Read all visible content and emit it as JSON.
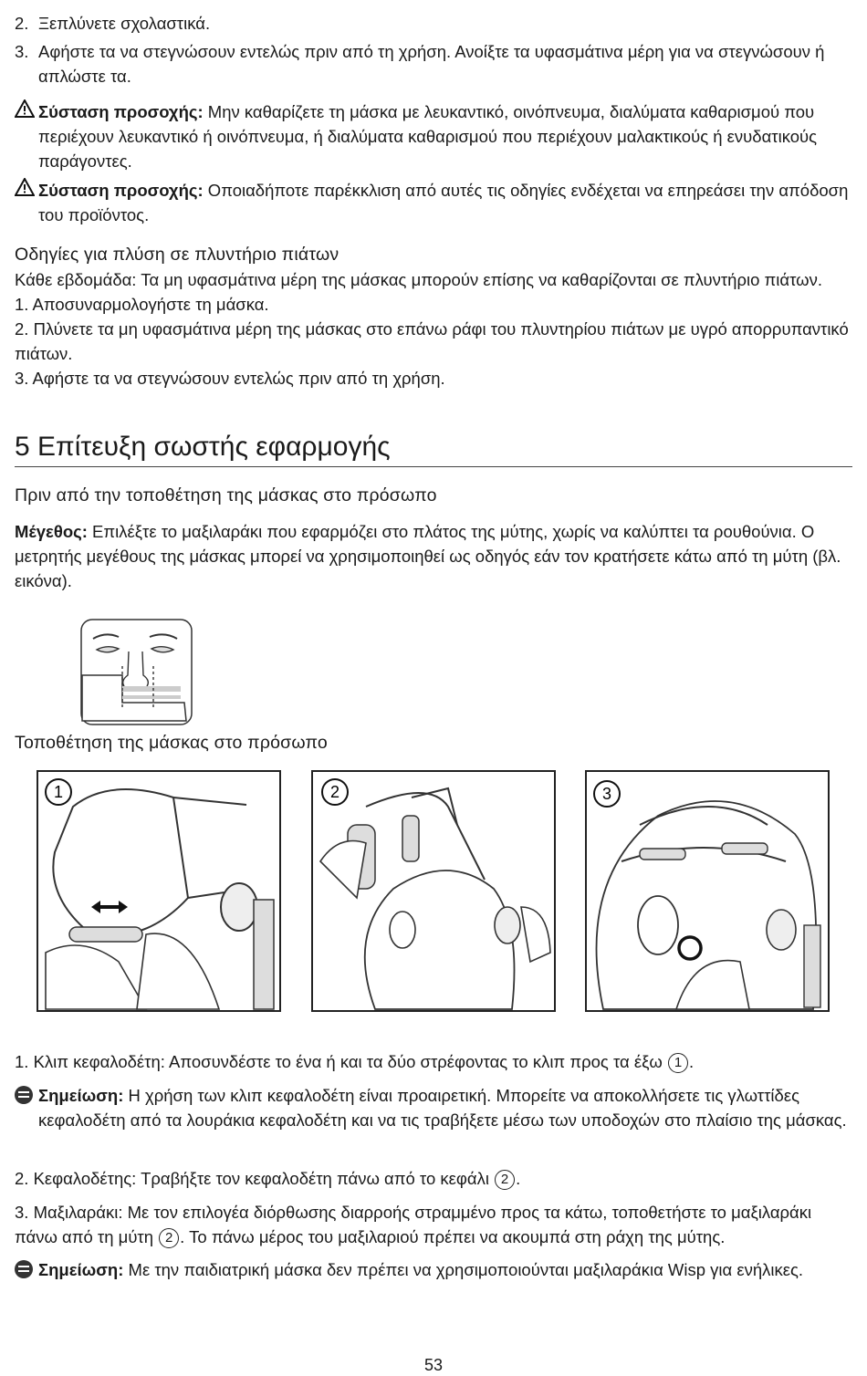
{
  "list_top": [
    {
      "num": "2.",
      "text": "Ξεπλύνετε σχολαστικά."
    },
    {
      "num": "3.",
      "text": "Αφήστε τα να στεγνώσουν εντελώς πριν από τη χρήση. Ανοίξτε τα υφασμάτινα μέρη για να στεγνώσουν ή απλώστε τα."
    }
  ],
  "caution1": {
    "label": "Σύσταση προσοχής:",
    "text": " Μην καθαρίζετε τη μάσκα με λευκαντικό, οινόπνευμα, διαλύματα καθαρισμού που περιέχουν λευκαντικό ή οινόπνευμα, ή διαλύματα καθαρισμού που περιέχουν μαλακτικούς ή ενυδατικούς παράγοντες."
  },
  "caution2": {
    "label": "Σύσταση προσοχής:",
    "text": " Οποιαδήποτε παρέκκλιση από αυτές τις οδηγίες ενδέχεται να επηρεάσει την απόδοση του προϊόντος."
  },
  "dishwasher": {
    "heading": "Οδηγίες για πλύση σε πλυντήριο πιάτων",
    "intro": "Κάθε εβδομάδα: Τα μη υφασμάτινα μέρη της μάσκας μπορούν επίσης να καθαρίζονται σε πλυντήριο πιάτων.",
    "step1": "1. Αποσυναρμολογήστε τη μάσκα.",
    "step2": "2. Πλύνετε τα μη υφασμάτινα μέρη της μάσκας στο επάνω ράφι του πλυντηρίου πιάτων με υγρό απορρυπαντικό πιάτων.",
    "step3": "3. Αφήστε τα να στεγνώσουν εντελώς πριν από τη χρήση."
  },
  "section5": {
    "title": "5 Επίτευξη σωστής εφαρμογής"
  },
  "before": {
    "heading": "Πριν από την τοποθέτηση της μάσκας στο πρόσωπο",
    "size_label": "Μέγεθος:",
    "size_text": " Επιλέξτε το μαξιλαράκι που εφαρμόζει στο πλάτος της μύτης, χωρίς να καλύπτει τα ρουθούνια. Ο μετρητής μεγέθους της μάσκας μπορεί να χρησιμοποιηθεί ως οδηγός εάν τον κρατήσετε κάτω από τη μύτη (βλ. εικόνα)."
  },
  "placing": {
    "heading": "Τοποθέτηση της μάσκας στο πρόσωπο",
    "fig_labels": [
      "1",
      "2",
      "3"
    ]
  },
  "steps": {
    "s1_text": "1. Κλιπ κεφαλοδέτη: Αποσυνδέστε το ένα ή και τα δύο στρέφοντας το κλιπ προς τα έξω ",
    "s1_ref": "1",
    "s1_end": ".",
    "note1_label": "Σημείωση:",
    "note1_text": " Η χρήση των κλιπ κεφαλοδέτη είναι προαιρετική. Μπορείτε να αποκολλήσετε τις γλωττίδες κεφαλοδέτη από τα λουράκια κεφαλοδέτη και να τις τραβήξετε μέσω των υποδοχών στο πλαίσιο της μάσκας.",
    "s2_text": "2. Κεφαλοδέτης: Τραβήξτε τον κεφαλοδέτη πάνω από το κεφάλι ",
    "s2_ref": "2",
    "s2_end": ".",
    "s3_text": "3. Μαξιλαράκι: Με τον επιλογέα διόρθωσης διαρροής στραμμένο προς τα κάτω, τοποθετήστε το μαξιλαράκι πάνω από τη μύτη ",
    "s3_ref": "2",
    "s3_end": ". Το πάνω μέρος του μαξιλαριού πρέπει να ακουμπά στη ράχη της μύτης.",
    "note2_label": "Σημείωση:",
    "note2_text": " Με την παιδιατρική μάσκα δεν πρέπει να χρησιμοποιούνται μαξιλαράκια Wisp για ενήλικες."
  },
  "page_number": "53"
}
